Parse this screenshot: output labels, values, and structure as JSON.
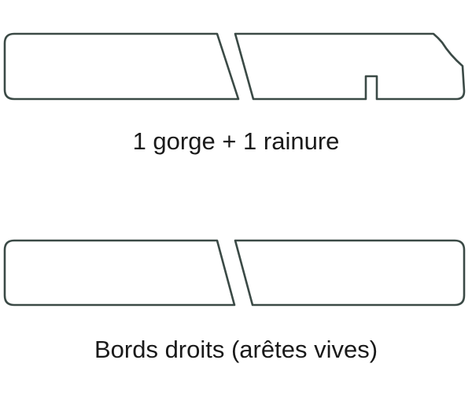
{
  "colors": {
    "profile_stroke": "#3b4a46",
    "caption_text": "#1a1a1a",
    "background": "#ffffff"
  },
  "profiles": [
    {
      "label": "1 gorge + 1 rainure",
      "features": [
        "gorge",
        "rainure"
      ]
    },
    {
      "label": "Bords droits (arêtes vives)",
      "features": []
    }
  ]
}
